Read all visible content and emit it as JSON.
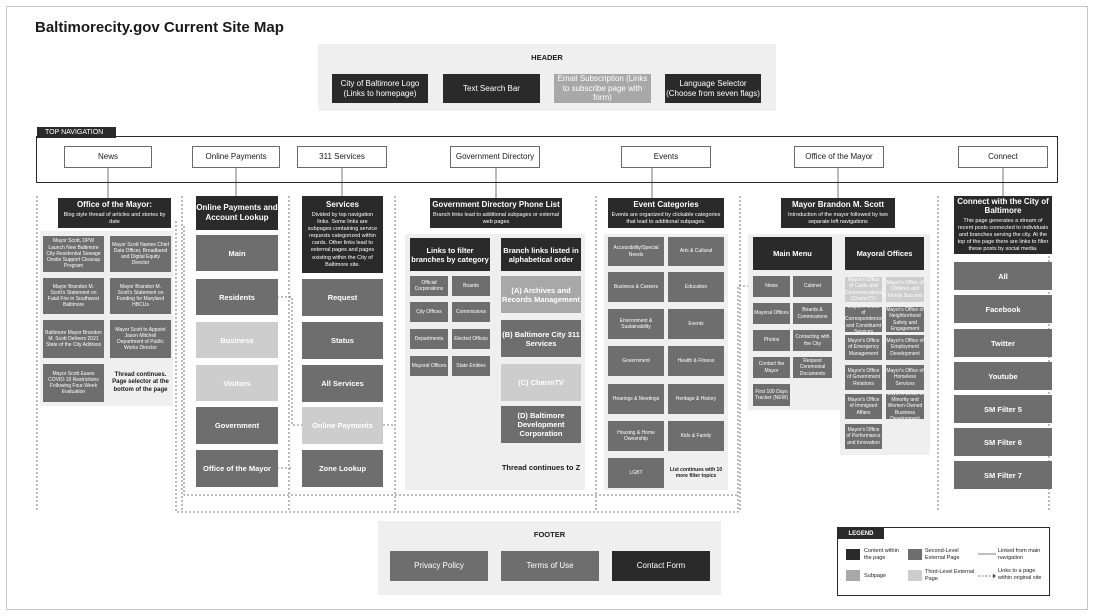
{
  "page_title": "Baltimorecity.gov Current Site Map",
  "header": {
    "label": "HEADER",
    "items": [
      "City of Baltimore Logo (Links to homepage)",
      "Text Search Bar",
      "Email Subscription (Links to subscribe page with form)",
      "Language Selector (Choose from seven flags)"
    ]
  },
  "top_nav": {
    "label": "TOP NAVIGATION",
    "items": [
      "News",
      "Online Payments",
      "311 Services",
      "Government Directory",
      "Events",
      "Office of the Mayor",
      "Connect"
    ]
  },
  "news": {
    "title": "Office of the Mayor:",
    "desc": "Blog style thread of articles and stories by date",
    "posts": [
      "Mayor Scott, DPW Launch New Baltimore City Residential Sewage Onsite Support Cleanup Program",
      "Mayor Scott Names Chief Data Officer, Broadband and Digital Equity Director",
      "Mayor Brandon M. Scott's Statement on Fatal Fire in Southwest Baltimore",
      "Mayor Brandon M. Scott's Statement on Funding for Maryland HBCUs",
      "Baltimore Mayor Brandon M. Scott Delivers 2021 State of the City Address",
      "Mayor Scott to Appoint Jason Mitchell Department of Public Works Director",
      "Mayor Scott Eases COVID-19 Restrictions Following Four-Week Evaluation",
      "Thread continues. Page selector at the bottom of the page"
    ]
  },
  "online_payments": {
    "title": "Online Payments and Account Lookup",
    "items": [
      "Main",
      "Residents",
      "Business",
      "Visitors",
      "Government",
      "Office of the Mayor"
    ]
  },
  "services": {
    "title": "Services",
    "desc": "Divided by top navigation links. Some links are subpages containing service requests categorized within cards. Other links lead to external pages and pages existing within the City of Baltimore site.",
    "items": [
      "Request",
      "Status",
      "All Services",
      "Online Payments",
      "Zone Lookup"
    ]
  },
  "directory": {
    "title": "Government Directory Phone List",
    "desc": "Branch links lead to additional subpages or external web pages",
    "filter_title": "Links to filter branches by category",
    "filters": [
      "Official Corporations",
      "Boards",
      "City Offices",
      "Commissions",
      "Departments",
      "Elected Offices",
      "Mayoral Offices",
      "State Entities"
    ],
    "branch_title": "Branch links listed in alphabetical order",
    "branches": [
      "(A) Archives and Records Management",
      "(B) Baltimore City 311 Services",
      "(C) CharmTV",
      "(D) Baltimore Development Corporation"
    ],
    "branch_more": "Thread continues to Z"
  },
  "events": {
    "title": "Event Categories",
    "desc": "Events are organized by clickable categories that lead to additional subpages.",
    "items": [
      "Accessibility/Special Needs",
      "Arts & Cultural",
      "Business & Careers",
      "Education",
      "Environment & Sustainability",
      "Events",
      "Government",
      "Health & Fitness",
      "Hearings & Meetings",
      "Heritage & History",
      "Housing & Home Ownership",
      "Kids & Family",
      "LGBT"
    ],
    "more": "List continues with 10 more filter topics"
  },
  "mayor": {
    "title": "Mayor Brandon M. Scott",
    "desc": "Introduction of the mayor followed by two separate left navigations",
    "main_menu_title": "Main Menu",
    "main_menu": [
      "News",
      "Cabinet",
      "Mayoral Offices",
      "Boards & Commissions",
      "Photos",
      "Contacting with the City",
      "Contact the Mayor",
      "Request Ceremonial Documents",
      "First 100 Days Tracker (NEW)"
    ],
    "offices_title": "Mayoral Offices",
    "offices": [
      "Mayor's Office of Cable and Communications (CharmTV)",
      "Mayor's Office of Children and Family Success",
      "Mayor's Office of Correspondence and Constituent Services",
      "Mayor's Office of Neighborhood Safety and Engagement",
      "Mayor's Office of Emergency Management",
      "Mayor's Office of Employment Development",
      "Mayor's Office of Government Relations",
      "Mayor's Office of Homeless Services",
      "Mayor's Office of Immigrant Affairs",
      "Mayor's Office of Minority and Women-Owned Business Development",
      "Mayor's Office of Performance and Innovation"
    ]
  },
  "connect": {
    "title": "Connect with the City of Baltimore",
    "desc": "This page generates a stream of recent posts connected to individuals and branches serving the city. At the top of the page there are links to filter these posts by social media.",
    "items": [
      "All",
      "Facebook",
      "Twitter",
      "Youtube",
      "SM Filter 5",
      "SM Filter 6",
      "SM Filter 7"
    ]
  },
  "footer": {
    "label": "FOOTER",
    "items": [
      "Privacy Policy",
      "Terms of Use",
      "Contact Form"
    ]
  },
  "legend": {
    "label": "LEGEND",
    "content": "Content within the page",
    "second": "Second-Level External Page",
    "linked": "Linked from main navigation",
    "subpage": "Subpage",
    "third": "Third-Level External Page",
    "links_to": "Links to a page within original site"
  }
}
